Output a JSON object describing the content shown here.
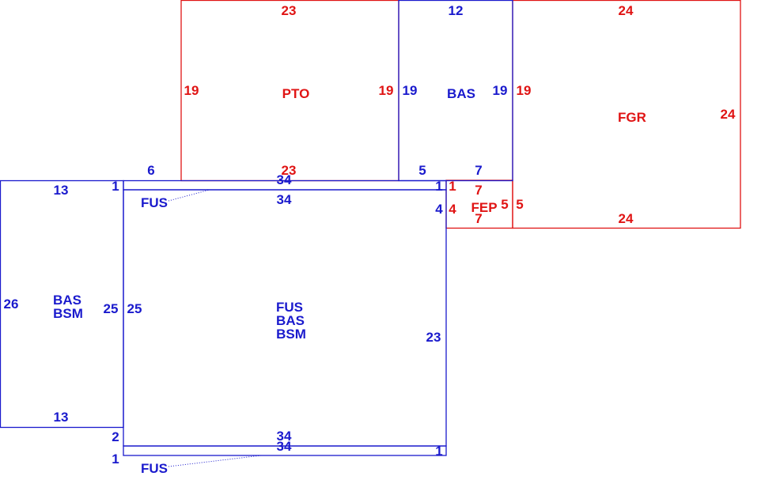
{
  "colors": {
    "blue": "#1a1acd",
    "red": "#e01414"
  },
  "rooms": {
    "pto": {
      "label": "PTO",
      "top": "23",
      "bottom": "23",
      "left": "19",
      "right": "19"
    },
    "bas_upper": {
      "label": "BAS",
      "top": "12",
      "left": "19",
      "right": "19",
      "bottom_left": "5",
      "bottom_right": "7"
    },
    "fgr": {
      "label": "FGR",
      "top": "24",
      "bottom": "24",
      "left": "19",
      "right": "24"
    },
    "fep": {
      "label": "FEP",
      "top": "7",
      "bottom": "7",
      "left": "4",
      "right_inner": "5",
      "right_outer": "5",
      "top_left": "1"
    },
    "left_room": {
      "label1": "BAS",
      "label2": "BSM",
      "top": "13",
      "bottom": "13",
      "left": "26",
      "right": "25",
      "top_right": "1",
      "bottom_right": "2"
    },
    "main": {
      "label1": "FUS",
      "label2": "BAS",
      "label3": "BSM",
      "top": "34",
      "bottom": "34",
      "left": "25",
      "right": "23",
      "top_right": "4"
    },
    "strip_top": {
      "label": "FUS",
      "top": "34",
      "left": "1",
      "right": "1",
      "above_left": "6"
    },
    "strip_bottom": {
      "label": "FUS",
      "top": "34",
      "left": "1",
      "right": "1"
    }
  }
}
